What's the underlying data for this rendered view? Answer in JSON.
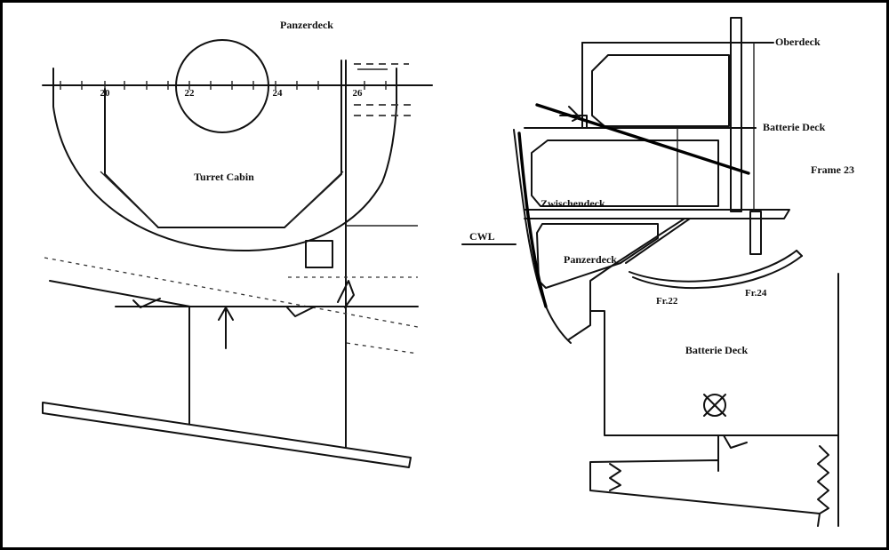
{
  "left_view": {
    "deck_label": "Panzerdeck",
    "frame_numbers": [
      "20",
      "22",
      "24",
      "26"
    ],
    "compartment_label": "Turret Cabin"
  },
  "right_view": {
    "upper_deck_label": "Oberdeck",
    "battery_deck_label": "Batterie Deck",
    "frame_label": "Frame 23",
    "intermediate_deck_label": "Zwischendeck",
    "waterline_label": "CWL",
    "armor_deck_label": "Panzerdeck",
    "frame_22_label": "Fr.22",
    "frame_24_label": "Fr.24",
    "lower_battery_deck_label": "Batterie Deck"
  }
}
